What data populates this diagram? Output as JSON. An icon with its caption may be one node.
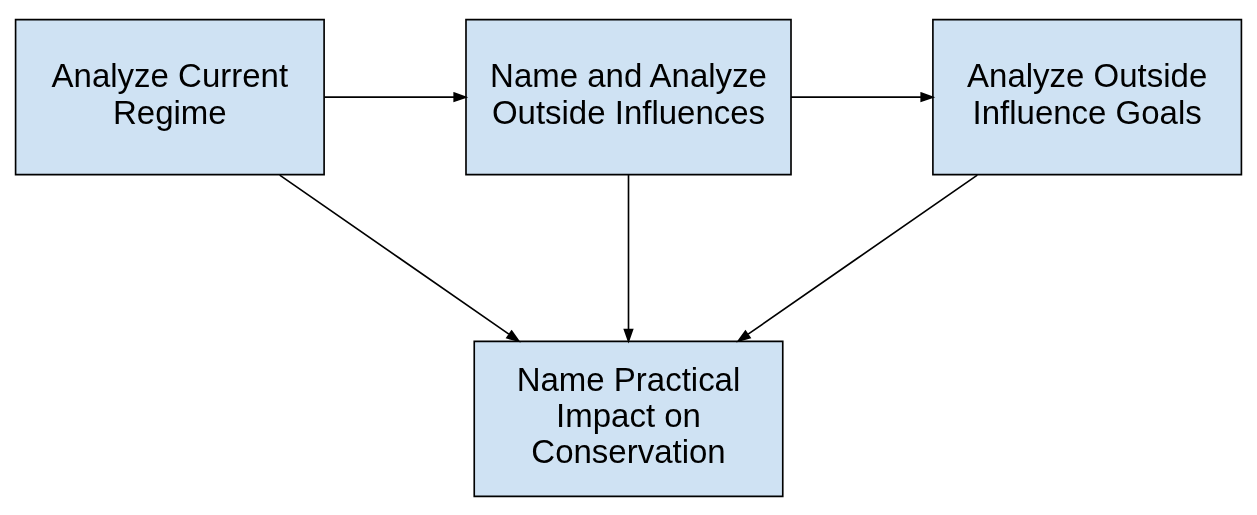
{
  "diagram": {
    "nodes": [
      {
        "text": [
          "Analyze Current Regime"
        ]
      },
      {
        "text": [
          "Name and Analyze Outside Influences"
        ]
      },
      {
        "text": [
          "Analyze Outside Influence Goals"
        ]
      },
      {
        "text": [
          "Name Practical Impact on Conservation"
        ]
      }
    ],
    "edges": [
      {
        "from": 0,
        "to": 1,
        "arrow": "to"
      },
      {
        "from": 1,
        "to": 2,
        "arrow": "to"
      },
      {
        "from": 0,
        "to": 3,
        "arrow": "to"
      },
      {
        "from": 1,
        "to": 3,
        "arrow": "to"
      },
      {
        "from": 2,
        "to": 3,
        "arrow": "to"
      }
    ]
  }
}
